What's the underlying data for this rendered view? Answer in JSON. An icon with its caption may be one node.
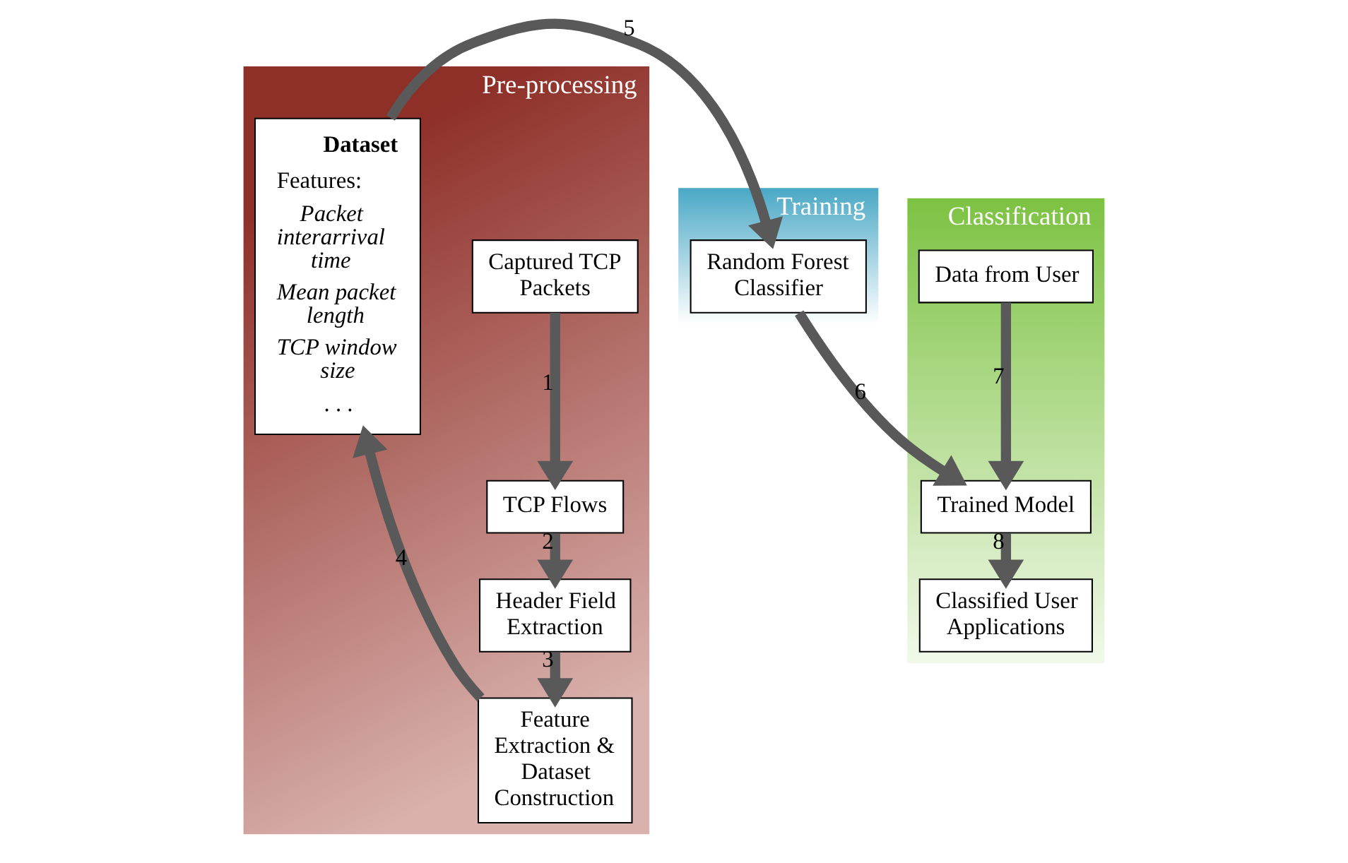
{
  "diagram": {
    "nodes": [
      {
        "text": [
          "Pre-processing"
        ]
      },
      {
        "text": [
          "Captured TCP Packets"
        ],
        "in": 0
      },
      {
        "text": [
          "TCP Flows"
        ],
        "in": 0
      },
      {
        "text": [
          "Header Field Extraction"
        ],
        "in": 0
      },
      {
        "text": [
          "Feature Extraction & Dataset Construction"
        ],
        "in": 0
      },
      {
        "text": [
          "Dataset",
          "Features:",
          "Packet interarrival time",
          "Mean packet length",
          "TCP window size",
          ". . ."
        ],
        "in": 0
      },
      {
        "text": [
          "Training"
        ]
      },
      {
        "text": [
          "Random Forest Classifier"
        ],
        "in": 6
      },
      {
        "text": [
          "Classification"
        ]
      },
      {
        "text": [
          "Data from User"
        ],
        "in": 8
      },
      {
        "text": [
          "Trained Model"
        ],
        "in": 8
      },
      {
        "text": [
          "Classified User Applications"
        ],
        "in": 8
      }
    ],
    "edges": [
      {
        "from": 1,
        "to": 2,
        "arrow": "to",
        "label": "1"
      },
      {
        "from": 2,
        "to": 3,
        "arrow": "to",
        "label": "2"
      },
      {
        "from": 3,
        "to": 4,
        "arrow": "to",
        "label": "3"
      },
      {
        "from": 4,
        "to": 5,
        "arrow": "to",
        "label": "4"
      },
      {
        "from": 5,
        "to": 7,
        "arrow": "to",
        "label": "5"
      },
      {
        "from": 7,
        "to": 10,
        "arrow": "to",
        "label": "6"
      },
      {
        "from": 9,
        "to": 10,
        "arrow": "to",
        "label": "7"
      },
      {
        "from": 10,
        "to": 11,
        "arrow": "to",
        "label": "8"
      }
    ]
  }
}
